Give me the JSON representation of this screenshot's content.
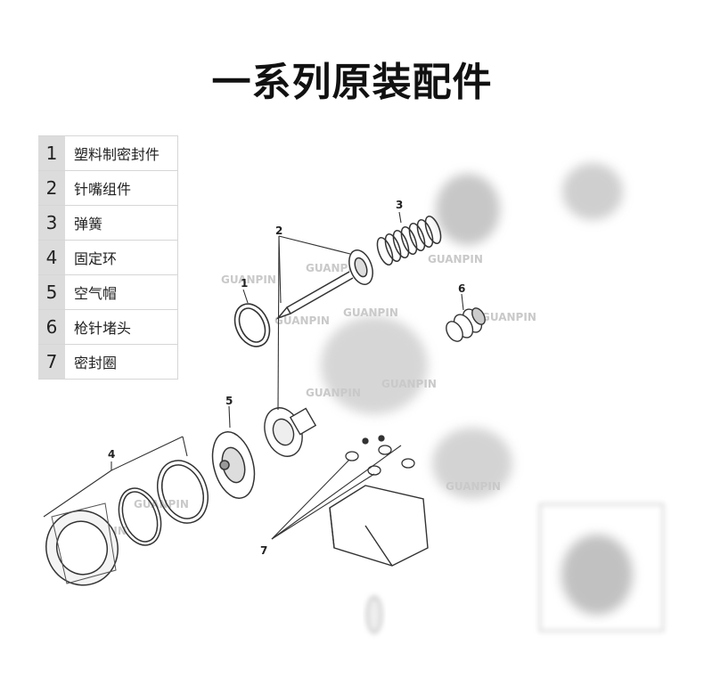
{
  "title": "一系列原装配件",
  "parts": [
    {
      "num": "1",
      "name": "塑料制密封件"
    },
    {
      "num": "2",
      "name": "针嘴组件"
    },
    {
      "num": "3",
      "name": "弹簧"
    },
    {
      "num": "4",
      "name": "固定环"
    },
    {
      "num": "5",
      "name": "空气帽"
    },
    {
      "num": "6",
      "name": "枪针堵头"
    },
    {
      "num": "7",
      "name": "密封圈"
    }
  ],
  "callouts": [
    "1",
    "2",
    "3",
    "4",
    "5",
    "6",
    "7"
  ],
  "watermark": "GUANPIN"
}
